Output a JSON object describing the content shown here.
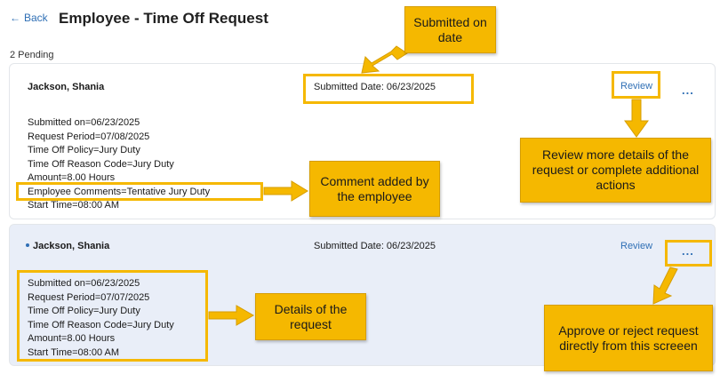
{
  "header": {
    "back_label": "Back",
    "title": "Employee - Time Off Request"
  },
  "pending_label": "2 Pending",
  "requests": [
    {
      "name": "Jackson, Shania",
      "submitted_date": "Submitted Date: 06/23/2025",
      "review_label": "Review",
      "more_label": "...",
      "details": [
        "Submitted on=06/23/2025",
        "Request Period=07/08/2025",
        "Time Off Policy=Jury Duty",
        "Time Off Reason Code=Jury Duty",
        "Amount=8.00 Hours",
        "Employee Comments=Tentative Jury Duty",
        "Start Time=08:00 AM"
      ]
    },
    {
      "name": "Jackson, Shania",
      "submitted_date": "Submitted Date: 06/23/2025",
      "review_label": "Review",
      "more_label": "...",
      "details": [
        "Submitted on=06/23/2025",
        "Request Period=07/07/2025",
        "Time Off Policy=Jury Duty",
        "Time Off Reason Code=Jury Duty",
        "Amount=8.00 Hours",
        "Start Time=08:00 AM"
      ]
    }
  ],
  "annotations": {
    "submitted_on_date": "Submitted on date",
    "review_more": "Review more details of the request or complete additional actions",
    "comment_added": "Comment added by the employee",
    "details_of_request": "Details of the request",
    "approve_reject": "Approve or reject request directly from this screeen"
  },
  "colors": {
    "accent": "#2f6fb5",
    "annotation": "#f5b800",
    "selected_card": "#e9eef8"
  }
}
